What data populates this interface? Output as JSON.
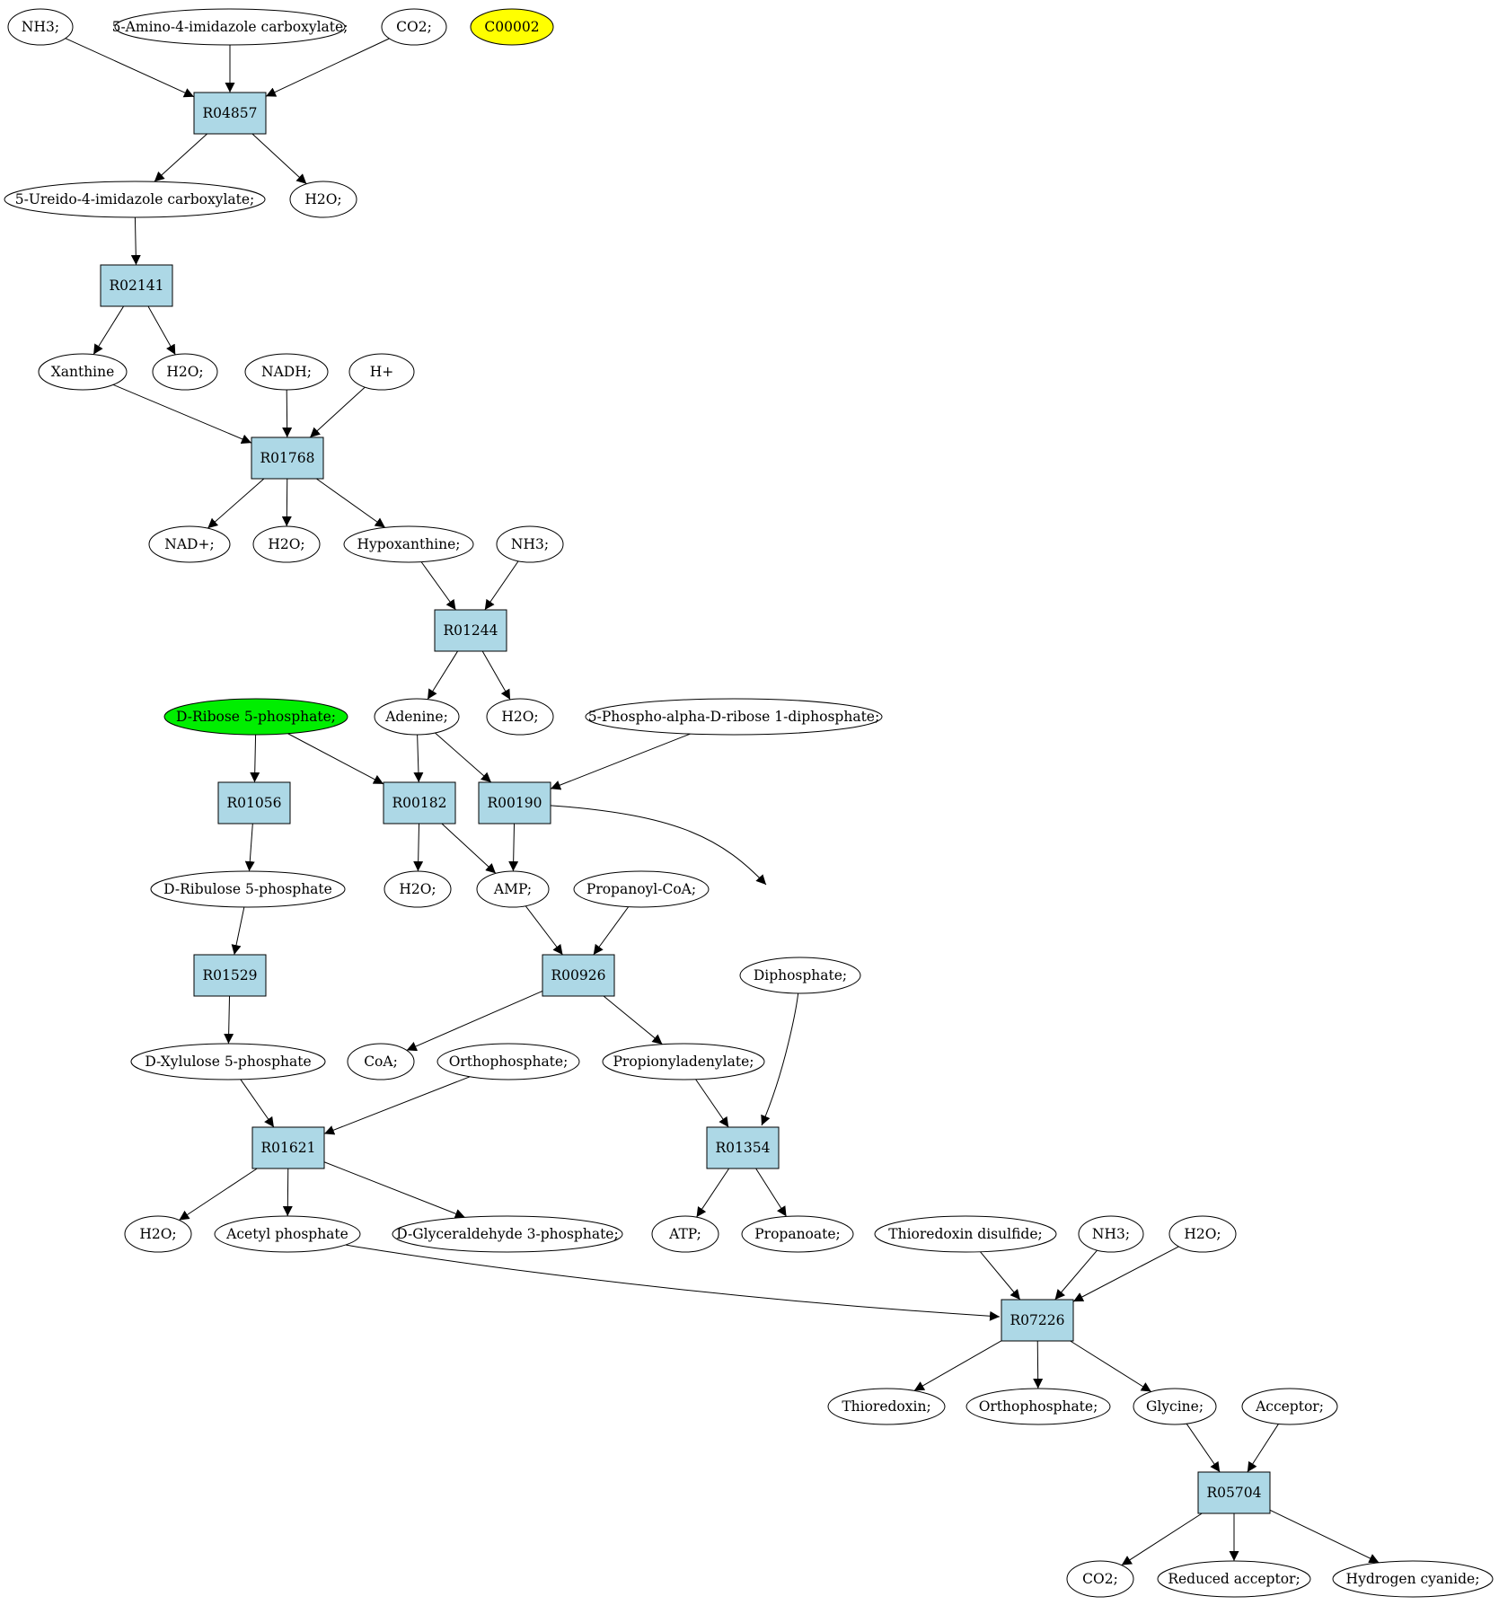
{
  "colors": {
    "reaction_fill": "#add8e6",
    "compound_fill": "#ffffff",
    "highlight_yellow": "#ffff00",
    "highlight_green": "#00ee00",
    "line": "#000000"
  },
  "nodes": [
    {
      "id": "c_nh3_a",
      "label": "NH3;",
      "type": "compound"
    },
    {
      "id": "c_aica",
      "label": "5-Amino-4-imidazole carboxylate;",
      "type": "compound"
    },
    {
      "id": "c_co2_a",
      "label": "CO2;",
      "type": "compound"
    },
    {
      "id": "c_c00002",
      "label": "C00002",
      "type": "compound",
      "fill": "highlight_yellow"
    },
    {
      "id": "r_r04857",
      "label": "R04857",
      "type": "reaction"
    },
    {
      "id": "c_ureido",
      "label": "5-Ureido-4-imidazole carboxylate;",
      "type": "compound"
    },
    {
      "id": "c_h2o_a",
      "label": "H2O;",
      "type": "compound"
    },
    {
      "id": "r_r02141",
      "label": "R02141",
      "type": "reaction"
    },
    {
      "id": "c_xanthine",
      "label": "Xanthine",
      "type": "compound"
    },
    {
      "id": "c_h2o_b",
      "label": "H2O;",
      "type": "compound"
    },
    {
      "id": "c_nadh",
      "label": "NADH;",
      "type": "compound"
    },
    {
      "id": "c_hplus",
      "label": "H+",
      "type": "compound"
    },
    {
      "id": "r_r01768",
      "label": "R01768",
      "type": "reaction"
    },
    {
      "id": "c_nadplus",
      "label": "NAD+;",
      "type": "compound"
    },
    {
      "id": "c_h2o_c",
      "label": "H2O;",
      "type": "compound"
    },
    {
      "id": "c_hypox",
      "label": "Hypoxanthine;",
      "type": "compound"
    },
    {
      "id": "c_nh3_b",
      "label": "NH3;",
      "type": "compound"
    },
    {
      "id": "r_r01244",
      "label": "R01244",
      "type": "reaction"
    },
    {
      "id": "c_ribose5p",
      "label": "D-Ribose 5-phosphate;",
      "type": "compound",
      "fill": "highlight_green"
    },
    {
      "id": "c_adenine",
      "label": "Adenine;",
      "type": "compound"
    },
    {
      "id": "c_h2o_d",
      "label": "H2O;",
      "type": "compound"
    },
    {
      "id": "c_prpp",
      "label": "5-Phospho-alpha-D-ribose 1-diphosphate;",
      "type": "compound"
    },
    {
      "id": "r_r01056",
      "label": "R01056",
      "type": "reaction"
    },
    {
      "id": "r_r00182",
      "label": "R00182",
      "type": "reaction"
    },
    {
      "id": "r_r00190",
      "label": "R00190",
      "type": "reaction"
    },
    {
      "id": "c_ribulose5p",
      "label": "D-Ribulose 5-phosphate",
      "type": "compound"
    },
    {
      "id": "c_h2o_e",
      "label": "H2O;",
      "type": "compound"
    },
    {
      "id": "c_amp",
      "label": "AMP;",
      "type": "compound"
    },
    {
      "id": "c_propcoa",
      "label": "Propanoyl-CoA;",
      "type": "compound"
    },
    {
      "id": "r_r01529",
      "label": "R01529",
      "type": "reaction"
    },
    {
      "id": "r_r00926",
      "label": "R00926",
      "type": "reaction"
    },
    {
      "id": "c_diphosphate",
      "label": "Diphosphate;",
      "type": "compound"
    },
    {
      "id": "c_xylulose5p",
      "label": "D-Xylulose 5-phosphate",
      "type": "compound"
    },
    {
      "id": "c_coa",
      "label": "CoA;",
      "type": "compound"
    },
    {
      "id": "c_orthop_a",
      "label": "Orthophosphate;",
      "type": "compound"
    },
    {
      "id": "c_propadenylate",
      "label": "Propionyladenylate;",
      "type": "compound"
    },
    {
      "id": "r_r01621",
      "label": "R01621",
      "type": "reaction"
    },
    {
      "id": "r_r01354",
      "label": "R01354",
      "type": "reaction"
    },
    {
      "id": "c_h2o_f",
      "label": "H2O;",
      "type": "compound"
    },
    {
      "id": "c_acetylp",
      "label": "Acetyl phosphate",
      "type": "compound"
    },
    {
      "id": "c_g3p",
      "label": "D-Glyceraldehyde 3-phosphate;",
      "type": "compound"
    },
    {
      "id": "c_atp",
      "label": "ATP;",
      "type": "compound"
    },
    {
      "id": "c_propanoate",
      "label": "Propanoate;",
      "type": "compound"
    },
    {
      "id": "c_trxss",
      "label": "Thioredoxin disulfide;",
      "type": "compound"
    },
    {
      "id": "c_nh3_c",
      "label": "NH3;",
      "type": "compound"
    },
    {
      "id": "c_h2o_g",
      "label": "H2O;",
      "type": "compound"
    },
    {
      "id": "r_r07226",
      "label": "R07226",
      "type": "reaction"
    },
    {
      "id": "c_trx",
      "label": "Thioredoxin;",
      "type": "compound"
    },
    {
      "id": "c_orthop_b",
      "label": "Orthophosphate;",
      "type": "compound"
    },
    {
      "id": "c_glycine",
      "label": "Glycine;",
      "type": "compound"
    },
    {
      "id": "c_acceptor",
      "label": "Acceptor;",
      "type": "compound"
    },
    {
      "id": "r_r05704",
      "label": "R05704",
      "type": "reaction"
    },
    {
      "id": "c_co2_b",
      "label": "CO2;",
      "type": "compound"
    },
    {
      "id": "c_redacceptor",
      "label": "Reduced acceptor;",
      "type": "compound"
    },
    {
      "id": "c_hcn",
      "label": "Hydrogen cyanide;",
      "type": "compound"
    }
  ],
  "edges": [
    [
      "c_nh3_a",
      "r_r04857"
    ],
    [
      "c_aica",
      "r_r04857"
    ],
    [
      "c_co2_a",
      "r_r04857"
    ],
    [
      "r_r04857",
      "c_ureido"
    ],
    [
      "r_r04857",
      "c_h2o_a"
    ],
    [
      "c_ureido",
      "r_r02141"
    ],
    [
      "r_r02141",
      "c_xanthine"
    ],
    [
      "r_r02141",
      "c_h2o_b"
    ],
    [
      "c_xanthine",
      "r_r01768"
    ],
    [
      "c_nadh",
      "r_r01768"
    ],
    [
      "c_hplus",
      "r_r01768"
    ],
    [
      "r_r01768",
      "c_nadplus"
    ],
    [
      "r_r01768",
      "c_h2o_c"
    ],
    [
      "r_r01768",
      "c_hypox"
    ],
    [
      "c_hypox",
      "r_r01244"
    ],
    [
      "c_nh3_b",
      "r_r01244"
    ],
    [
      "r_r01244",
      "c_adenine"
    ],
    [
      "r_r01244",
      "c_h2o_d"
    ],
    [
      "c_ribose5p",
      "r_r01056"
    ],
    [
      "c_ribose5p",
      "r_r00182"
    ],
    [
      "c_adenine",
      "r_r00182"
    ],
    [
      "c_adenine",
      "r_r00190"
    ],
    [
      "c_prpp",
      "r_r00190"
    ],
    [
      "r_r01056",
      "c_ribulose5p"
    ],
    [
      "r_r00182",
      "c_h2o_e"
    ],
    [
      "r_r00182",
      "c_amp"
    ],
    [
      "r_r00190",
      "c_amp"
    ],
    [
      "r_r00190",
      "c_diphosphate"
    ],
    [
      "c_ribulose5p",
      "r_r01529"
    ],
    [
      "c_amp",
      "r_r00926"
    ],
    [
      "c_propcoa",
      "r_r00926"
    ],
    [
      "r_r01529",
      "c_xylulose5p"
    ],
    [
      "r_r00926",
      "c_coa"
    ],
    [
      "r_r00926",
      "c_propadenylate"
    ],
    [
      "c_xylulose5p",
      "r_r01621"
    ],
    [
      "c_orthop_a",
      "r_r01621"
    ],
    [
      "c_propadenylate",
      "r_r01354"
    ],
    [
      "c_diphosphate",
      "r_r01354"
    ],
    [
      "r_r01621",
      "c_h2o_f"
    ],
    [
      "r_r01621",
      "c_acetylp"
    ],
    [
      "r_r01621",
      "c_g3p"
    ],
    [
      "r_r01354",
      "c_atp"
    ],
    [
      "r_r01354",
      "c_propanoate"
    ],
    [
      "c_acetylp",
      "r_r07226"
    ],
    [
      "c_trxss",
      "r_r07226"
    ],
    [
      "c_nh3_c",
      "r_r07226"
    ],
    [
      "c_h2o_g",
      "r_r07226"
    ],
    [
      "r_r07226",
      "c_trx"
    ],
    [
      "r_r07226",
      "c_orthop_b"
    ],
    [
      "r_r07226",
      "c_glycine"
    ],
    [
      "c_glycine",
      "r_r05704"
    ],
    [
      "c_acceptor",
      "r_r05704"
    ],
    [
      "r_r05704",
      "c_co2_b"
    ],
    [
      "r_r05704",
      "c_redacceptor"
    ],
    [
      "r_r05704",
      "c_hcn"
    ]
  ]
}
